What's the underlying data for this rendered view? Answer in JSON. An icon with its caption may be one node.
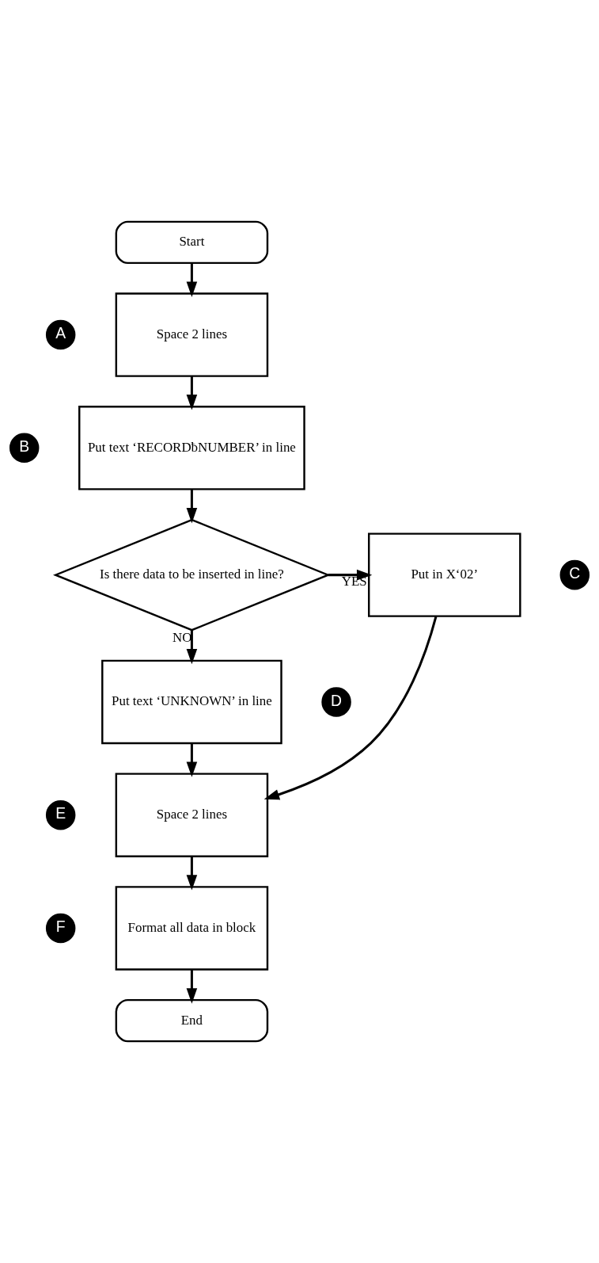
{
  "diagram": {
    "nodes": [
      {
        "text": [
          "Start"
        ]
      },
      {
        "text": [
          "Space 2 lines"
        ],
        "beside": [
          "A"
        ]
      },
      {
        "text": [
          "Put text ‘RECORDƀNUMBER’ in line"
        ],
        "beside": [
          "B"
        ]
      },
      {
        "text": [
          "Is there data to be inserted in line?"
        ]
      },
      {
        "text": [
          "Put in X‘02’"
        ],
        "beside": [
          "C"
        ]
      },
      {
        "text": [
          "Put text ‘UNKNOWN’ in line"
        ],
        "beside": [
          "D"
        ]
      },
      {
        "text": [
          "Space 2 lines"
        ],
        "beside": [
          "E"
        ]
      },
      {
        "text": [
          "Format all data in block"
        ],
        "beside": [
          "F"
        ]
      },
      {
        "text": [
          "End"
        ]
      }
    ],
    "edges": [
      {
        "from": 0,
        "to": 1,
        "arrow": "to"
      },
      {
        "from": 1,
        "to": 2,
        "arrow": "to"
      },
      {
        "from": 2,
        "to": 3,
        "arrow": "to"
      },
      {
        "from": 3,
        "to": 4,
        "arrow": "to",
        "label": "YES"
      },
      {
        "from": 3,
        "to": 5,
        "arrow": "to",
        "label": "NO"
      },
      {
        "from": 5,
        "to": 6,
        "arrow": "to"
      },
      {
        "from": 4,
        "to": 6,
        "arrow": "to"
      },
      {
        "from": 6,
        "to": 7,
        "arrow": "to"
      },
      {
        "from": 7,
        "to": 8,
        "arrow": "to"
      }
    ]
  }
}
